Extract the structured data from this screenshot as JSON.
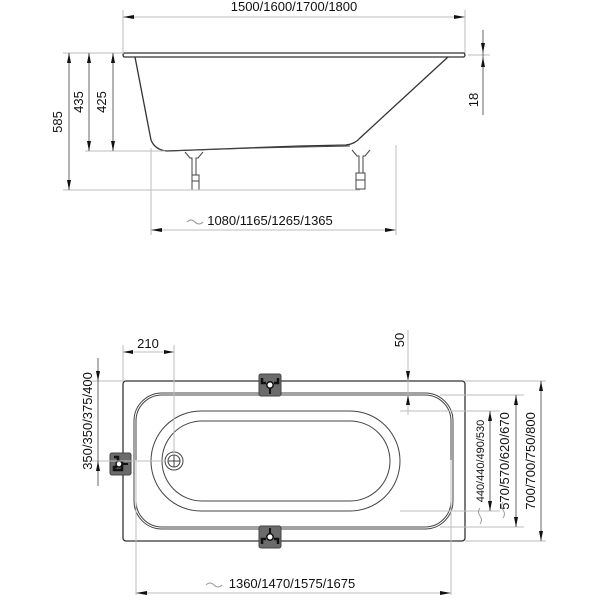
{
  "side_view": {
    "overall_length": "1500/1600/1700/1800",
    "height_total": "585",
    "height_435": "435",
    "height_425": "425",
    "rim_thickness": "18",
    "bottom_length": "1080/1165/1265/1365"
  },
  "top_view": {
    "drain_offset": "210",
    "rim_offset": "50",
    "holder_position": "350/350/375/400",
    "length_inner": "1360/1470/1575/1675",
    "width_bottom": "440/440/490/530",
    "width_inner": "570/570/620/670",
    "width_overall": "700/700/750/800",
    "approx_symbol": "~"
  },
  "colors": {
    "line": "#333333",
    "dimension_line": "#bdbdbd",
    "holder_fill": "#6b6b6b",
    "background": "#ffffff"
  }
}
